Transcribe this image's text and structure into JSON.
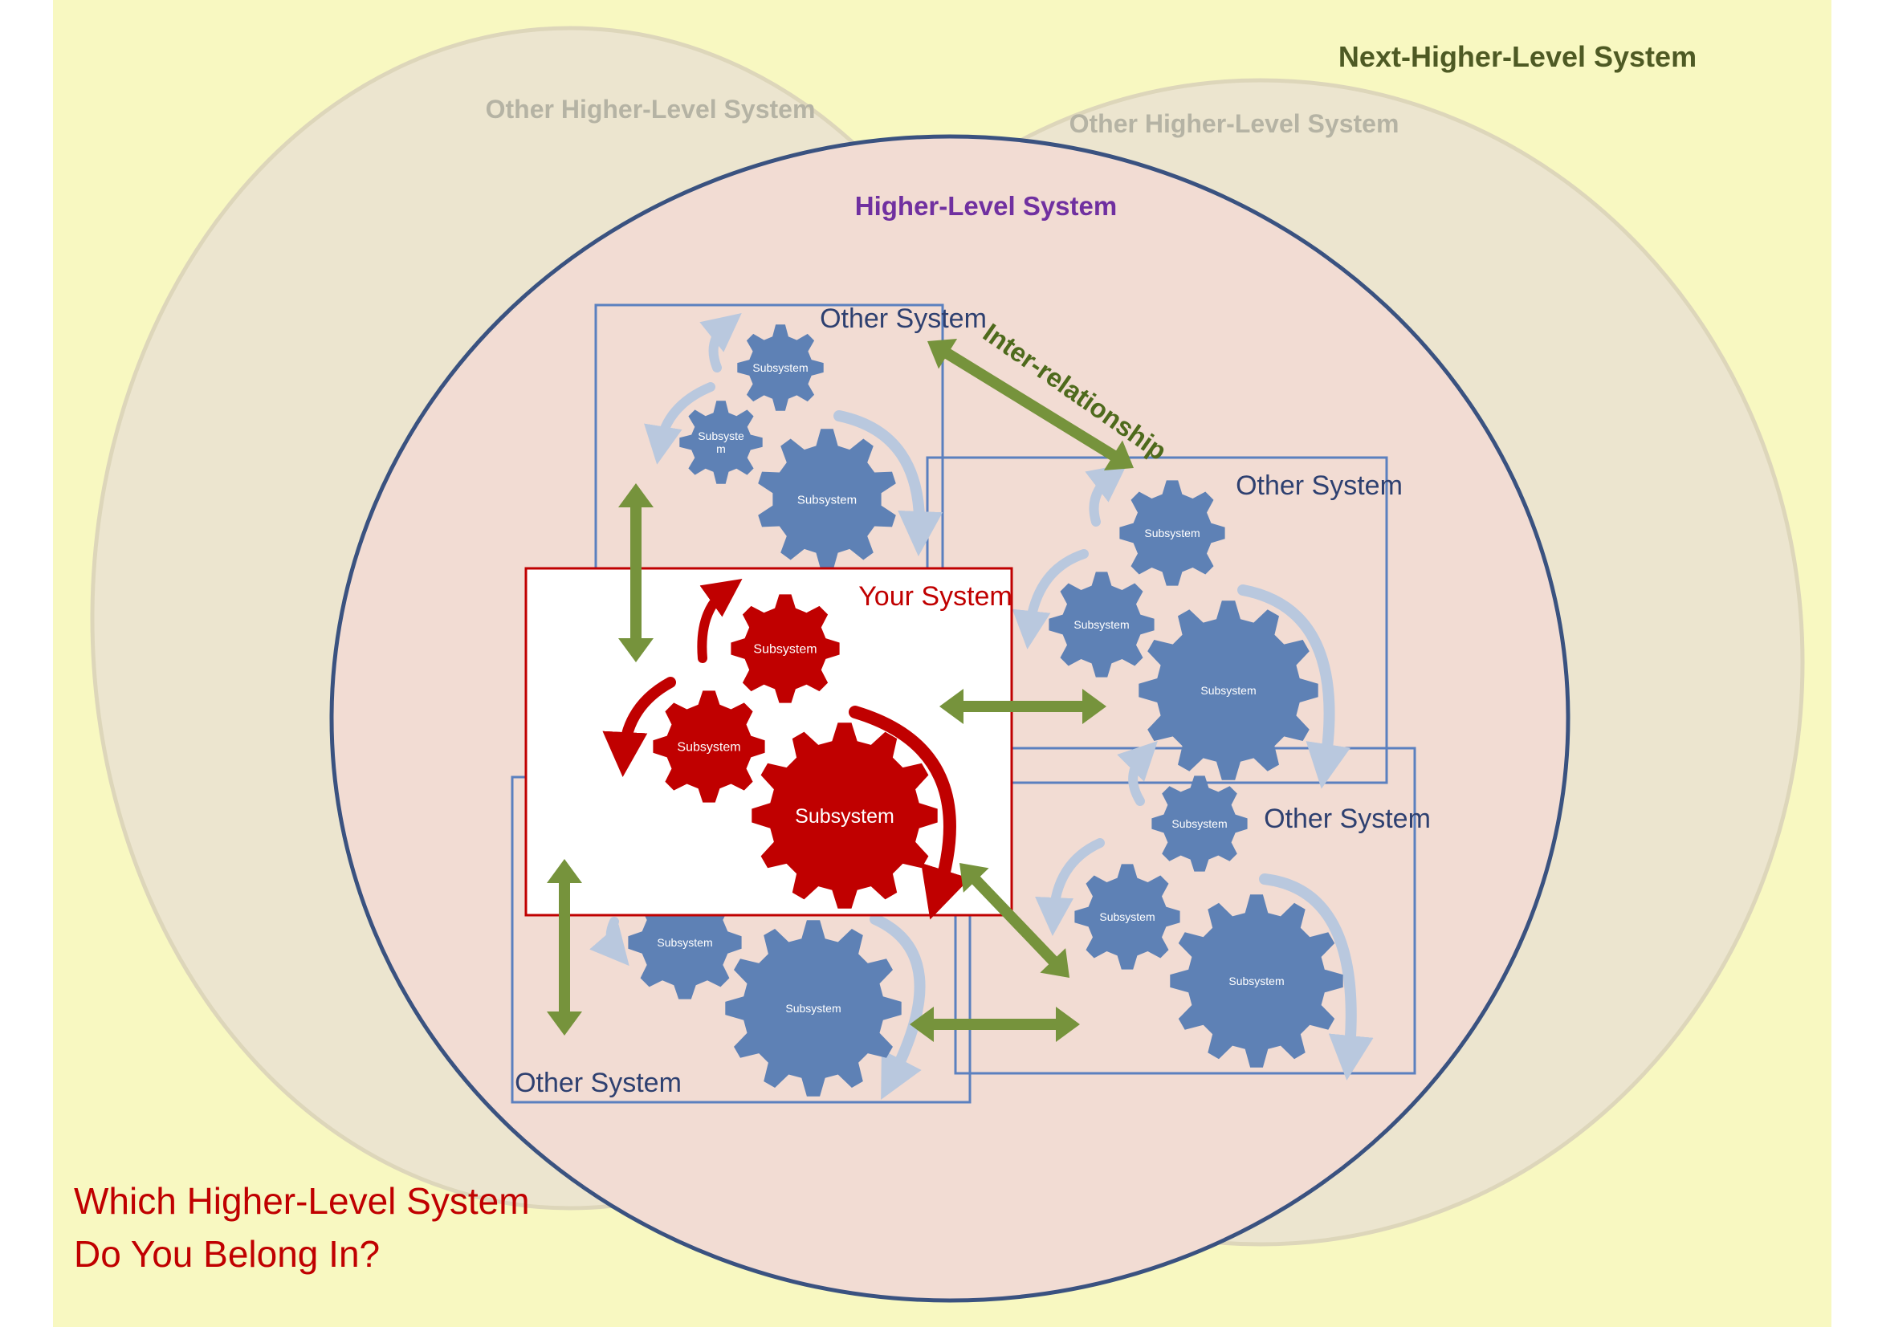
{
  "labels": {
    "next_higher_level": "Next-Higher-Level System",
    "other_higher_left": "Other Higher-Level System",
    "other_higher_right": "Other Higher-Level System",
    "higher_level": "Higher-Level System",
    "inter_relationship": "Inter-relationship",
    "question_line1": "Which Higher-Level System",
    "question_line2": "Do You Belong In?"
  },
  "systems": {
    "top": {
      "title": "Other System",
      "gears": [
        "Subsystem",
        "Subsyste m",
        "Subsystem"
      ]
    },
    "right_upper": {
      "title": "Other System",
      "gears": [
        "Subsystem",
        "Subsystem",
        "Subsystem"
      ]
    },
    "right_lower": {
      "title": "Other System",
      "gears": [
        "Subsystem",
        "Subsystem",
        "Subsystem"
      ]
    },
    "bottom_left": {
      "title": "Other System",
      "gears": [
        "Subsystem",
        "Subsystem"
      ]
    },
    "yours": {
      "title": "Your System",
      "gears": [
        "Subsystem",
        "Subsystem",
        "Subsystem"
      ]
    }
  },
  "colors": {
    "page_background": "#f8f8c1",
    "outer_circle_fill": "#ece5cf",
    "outer_circle_stroke": "#ddd6ba",
    "higher_circle_fill": "#f2dcd3",
    "higher_circle_stroke": "#3a5280",
    "other_higher_text": "#b5b3a4",
    "higher_level_text": "#7030a0",
    "next_higher_text": "#4e5a24",
    "system_box_stroke": "#5b80bf",
    "other_system_text": "#2e4070",
    "blue_gear": "#5e81b5",
    "blue_arrow": "#b9c8de",
    "red_gear": "#c00000",
    "your_system_text": "#c00000",
    "green_arrow": "#76933c",
    "inter_relationship_text": "#4e6a1c",
    "question_text": "#c00000"
  }
}
